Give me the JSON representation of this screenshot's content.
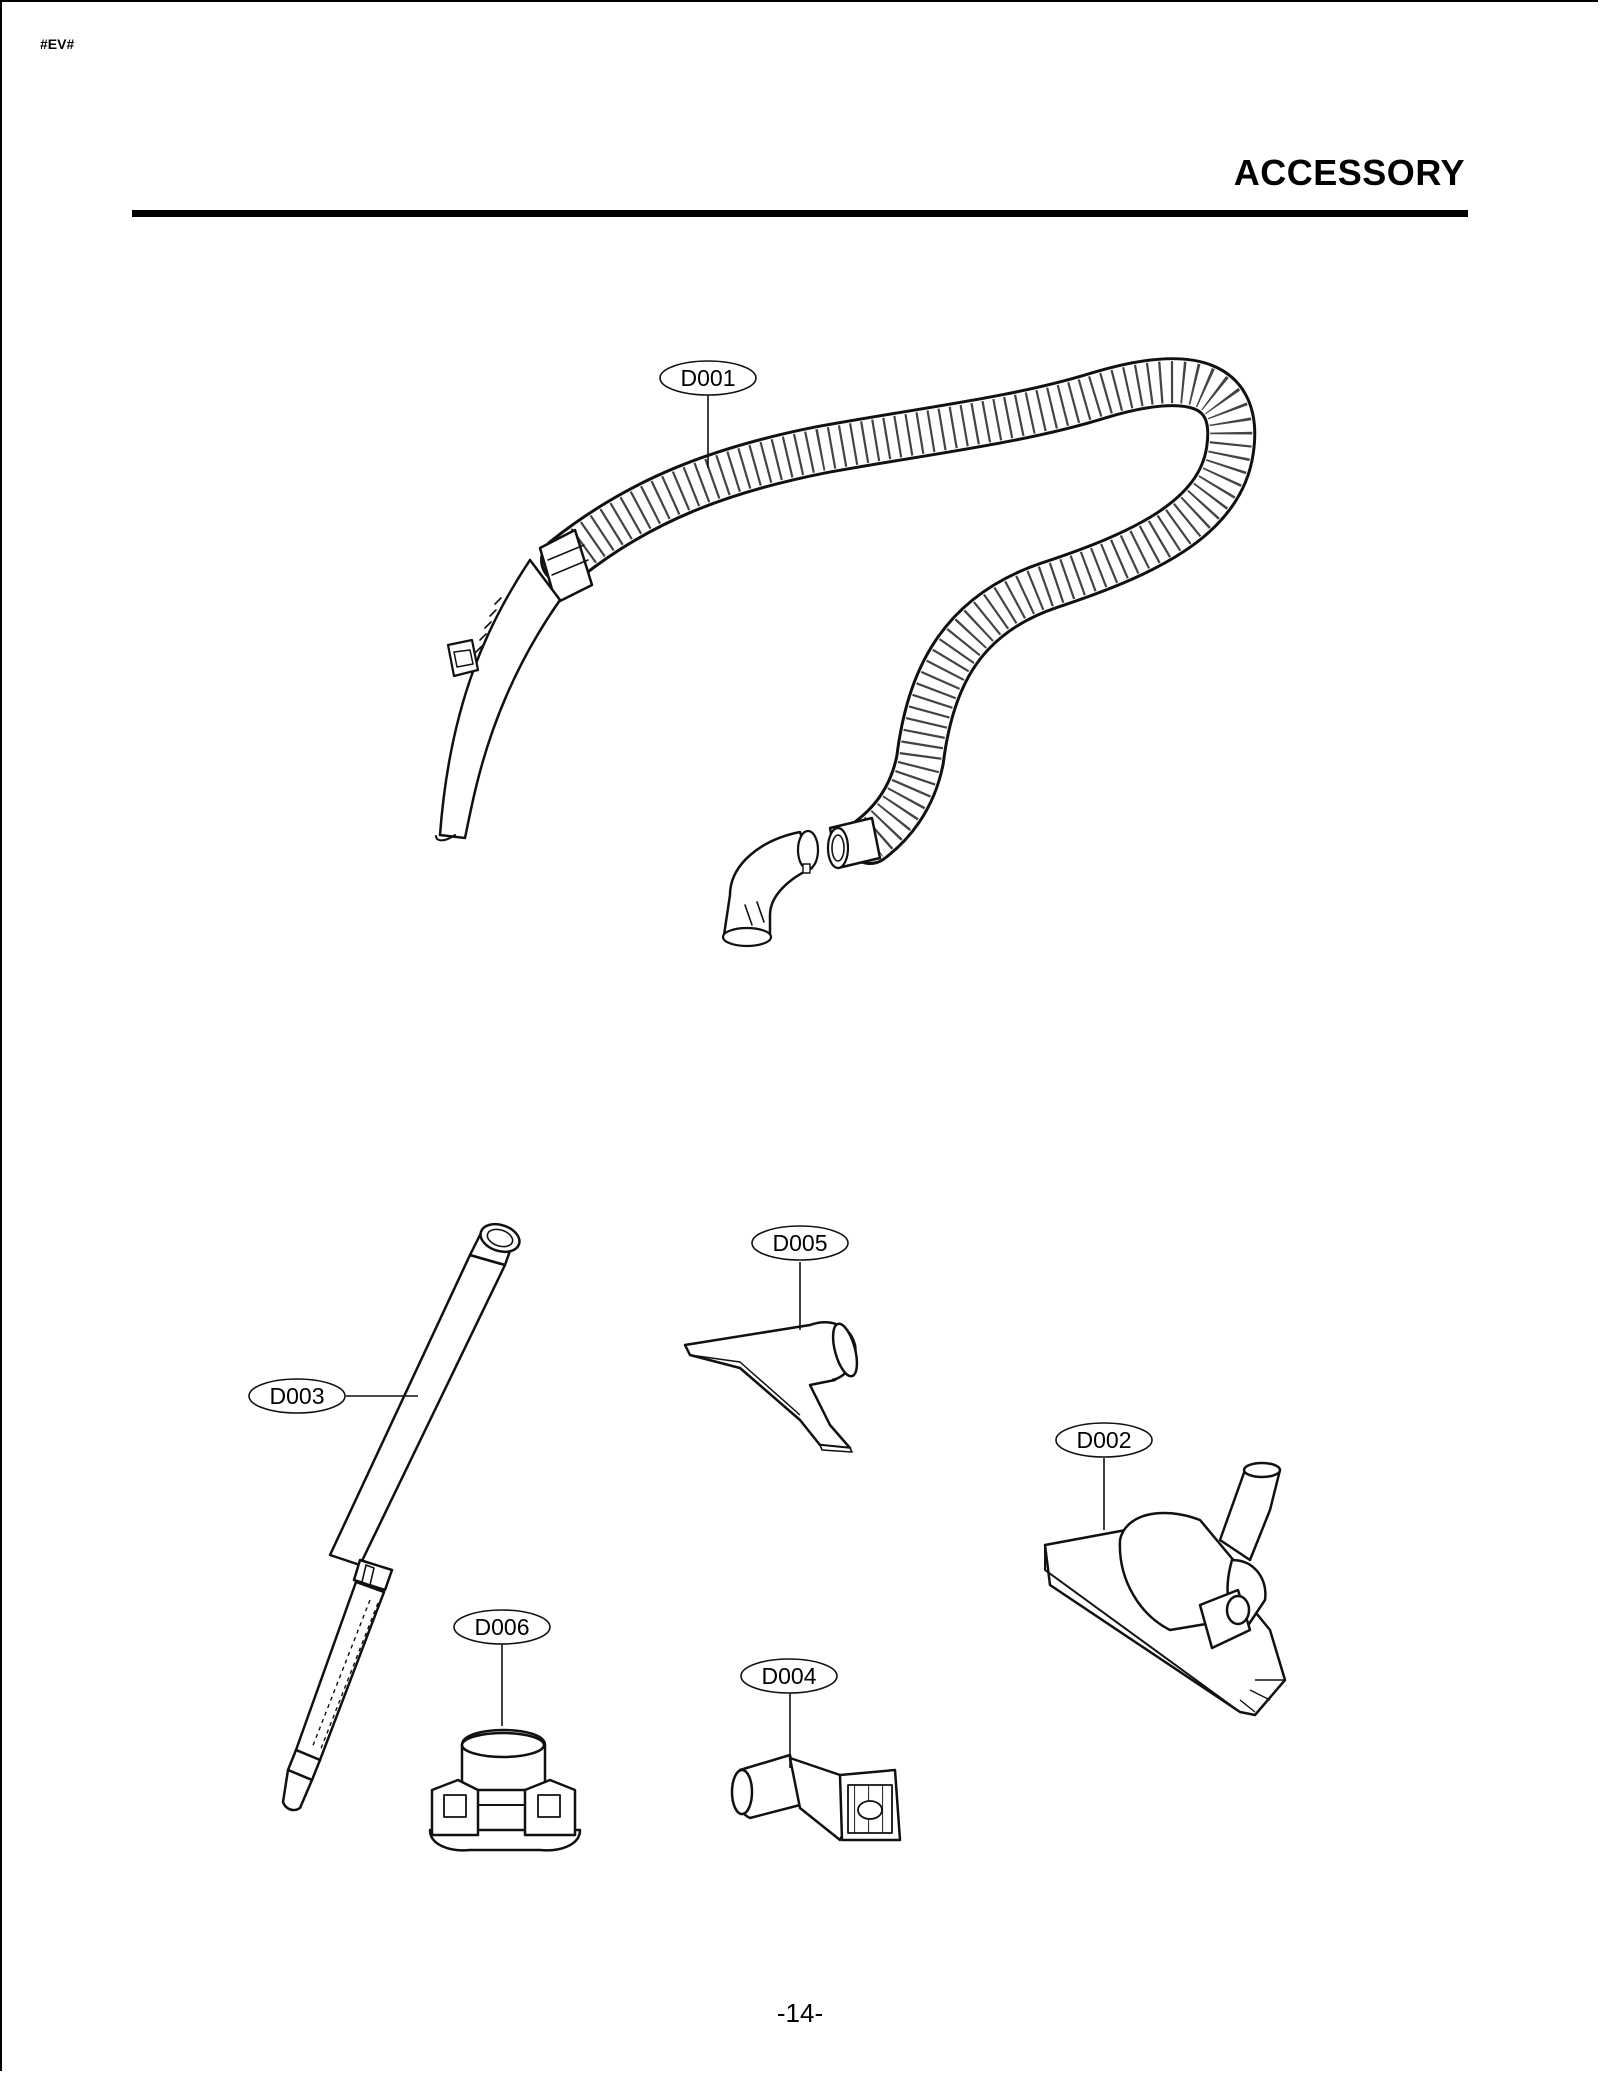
{
  "header": {
    "doc_code": "#EV#",
    "title": "ACCESSORY"
  },
  "callouts": [
    {
      "id": "D001",
      "part": "hose"
    },
    {
      "id": "D005",
      "part": "upholstery-nozzle"
    },
    {
      "id": "D003",
      "part": "telescopic-pipe"
    },
    {
      "id": "D002",
      "part": "floor-nozzle"
    },
    {
      "id": "D006",
      "part": "accessory-holder"
    },
    {
      "id": "D004",
      "part": "dusting-brush"
    }
  ],
  "footer": {
    "page_number": "-14-"
  }
}
